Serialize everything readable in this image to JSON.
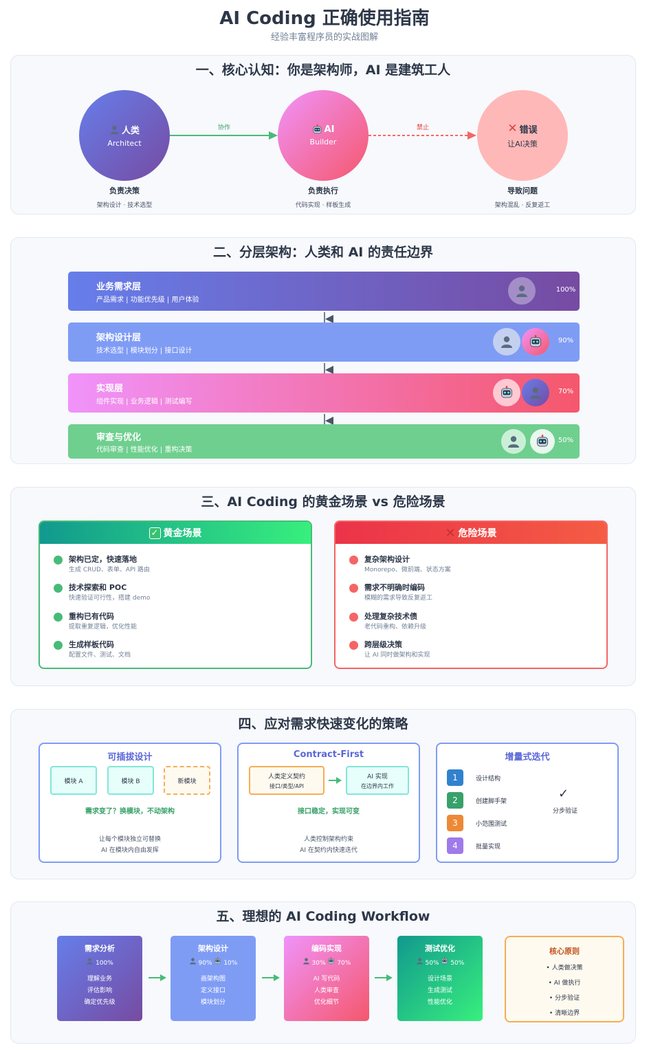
{
  "header": {
    "title": "AI Coding 正确使用指南",
    "subtitle": "经验丰富程序员的实战图解"
  },
  "icons": {
    "human": "bust-silhouette-icon",
    "ai": "robot-icon",
    "wrong": "cross-mark-icon",
    "check": "check-mark-icon",
    "gold": "check-box-icon"
  },
  "s1": {
    "title": "一、核心认知：你是架构师，AI 是建筑工人",
    "human": {
      "name": "人类",
      "role": "Architect",
      "cap_title": "负责决策",
      "cap_sub": "架构设计 · 技术选型"
    },
    "ai": {
      "name": "AI",
      "role": "Builder",
      "cap_title": "负责执行",
      "cap_sub": "代码实现 · 样板生成"
    },
    "wrong": {
      "name": "错误",
      "role": "让AI决策",
      "cap_title": "导致问题",
      "cap_sub": "架构混乱 · 反复返工"
    },
    "arrow_collab": "协作",
    "arrow_forbid": "禁止"
  },
  "s2": {
    "title": "二、分层架构：人类和 AI 的责任边界",
    "layers": [
      {
        "name": "业务需求层",
        "desc": "产品需求 | 功能优先级 | 用户体验",
        "pct": "100%"
      },
      {
        "name": "架构设计层",
        "desc": "技术选型 | 模块划分 | 接口设计",
        "pct": "90%"
      },
      {
        "name": "实现层",
        "desc": "组件实现 | 业务逻辑 | 测试编写",
        "pct": "70%"
      },
      {
        "name": "审查与优化",
        "desc": "代码审查 | 性能优化 | 重构决策",
        "pct": "50%"
      }
    ]
  },
  "s3": {
    "title": "三、AI Coding 的黄金场景 vs 危险场景",
    "gold": {
      "head": "黄金场景",
      "items": [
        {
          "t": "架构已定，快速落地",
          "s": "生成 CRUD、表单、API 路由"
        },
        {
          "t": "技术探索和 POC",
          "s": "快速验证可行性，搭建 demo"
        },
        {
          "t": "重构已有代码",
          "s": "提取重复逻辑，优化性能"
        },
        {
          "t": "生成样板代码",
          "s": "配置文件、测试、文档"
        }
      ]
    },
    "danger": {
      "head": "危险场景",
      "items": [
        {
          "t": "复杂架构设计",
          "s": "Monorepo、微前端、状态方案"
        },
        {
          "t": "需求不明确时编码",
          "s": "模糊的需求导致反复返工"
        },
        {
          "t": "处理复杂技术债",
          "s": "老代码重构、依赖升级"
        },
        {
          "t": "跨层级决策",
          "s": "让 AI 同时做架构和实现"
        }
      ]
    }
  },
  "s4": {
    "title": "四、应对需求快速变化的策略",
    "pluggable": {
      "title": "可插拔设计",
      "modules": [
        "模块 A",
        "模块 B",
        "新模块"
      ],
      "note": "需求变了？换模块，不动架构",
      "line1": "让每个模块独立可替换",
      "line2": "AI 在模块内自由发挥"
    },
    "contract": {
      "title": "Contract-First",
      "left_t": "人类定义契约",
      "left_s": "接口/类型/API",
      "right_t": "AI 实现",
      "right_s": "在边界内工作",
      "note": "接口稳定，实现可变",
      "line1": "人类控制架构约束",
      "line2": "AI 在契约内快速迭代"
    },
    "incremental": {
      "title": "增量式迭代",
      "steps": [
        {
          "n": "1",
          "label": "设计结构"
        },
        {
          "n": "2",
          "label": "创建脚手架"
        },
        {
          "n": "3",
          "label": "小范围测试"
        },
        {
          "n": "4",
          "label": "批量实现"
        }
      ],
      "verify": "分步验证"
    }
  },
  "s5": {
    "title": "五、理想的 AI Coding Workflow",
    "steps": [
      {
        "t": "需求分析",
        "p": "100%",
        "l1": "理解业务",
        "l2": "评估影响",
        "l3": "确定优先级"
      },
      {
        "t": "架构设计",
        "p": "90%",
        "p2": "10%",
        "l1": "画架构图",
        "l2": "定义接口",
        "l3": "模块划分"
      },
      {
        "t": "编码实现",
        "p": "30%",
        "p2": "70%",
        "l1": "AI 写代码",
        "l2": "人类审查",
        "l3": "优化细节"
      },
      {
        "t": "测试优化",
        "p": "50%",
        "p2": "50%",
        "l1": "设计场景",
        "l2": "生成测试",
        "l3": "性能优化"
      }
    ],
    "principle": {
      "title": "核心原则",
      "items": [
        "• 人类做决策",
        "• AI 做执行",
        "• 分步验证",
        "• 清晰边界"
      ]
    }
  },
  "colors": {
    "green": "#48bb78",
    "red": "#f56565",
    "indigo": "#667eea",
    "pink": "#f5576c"
  }
}
